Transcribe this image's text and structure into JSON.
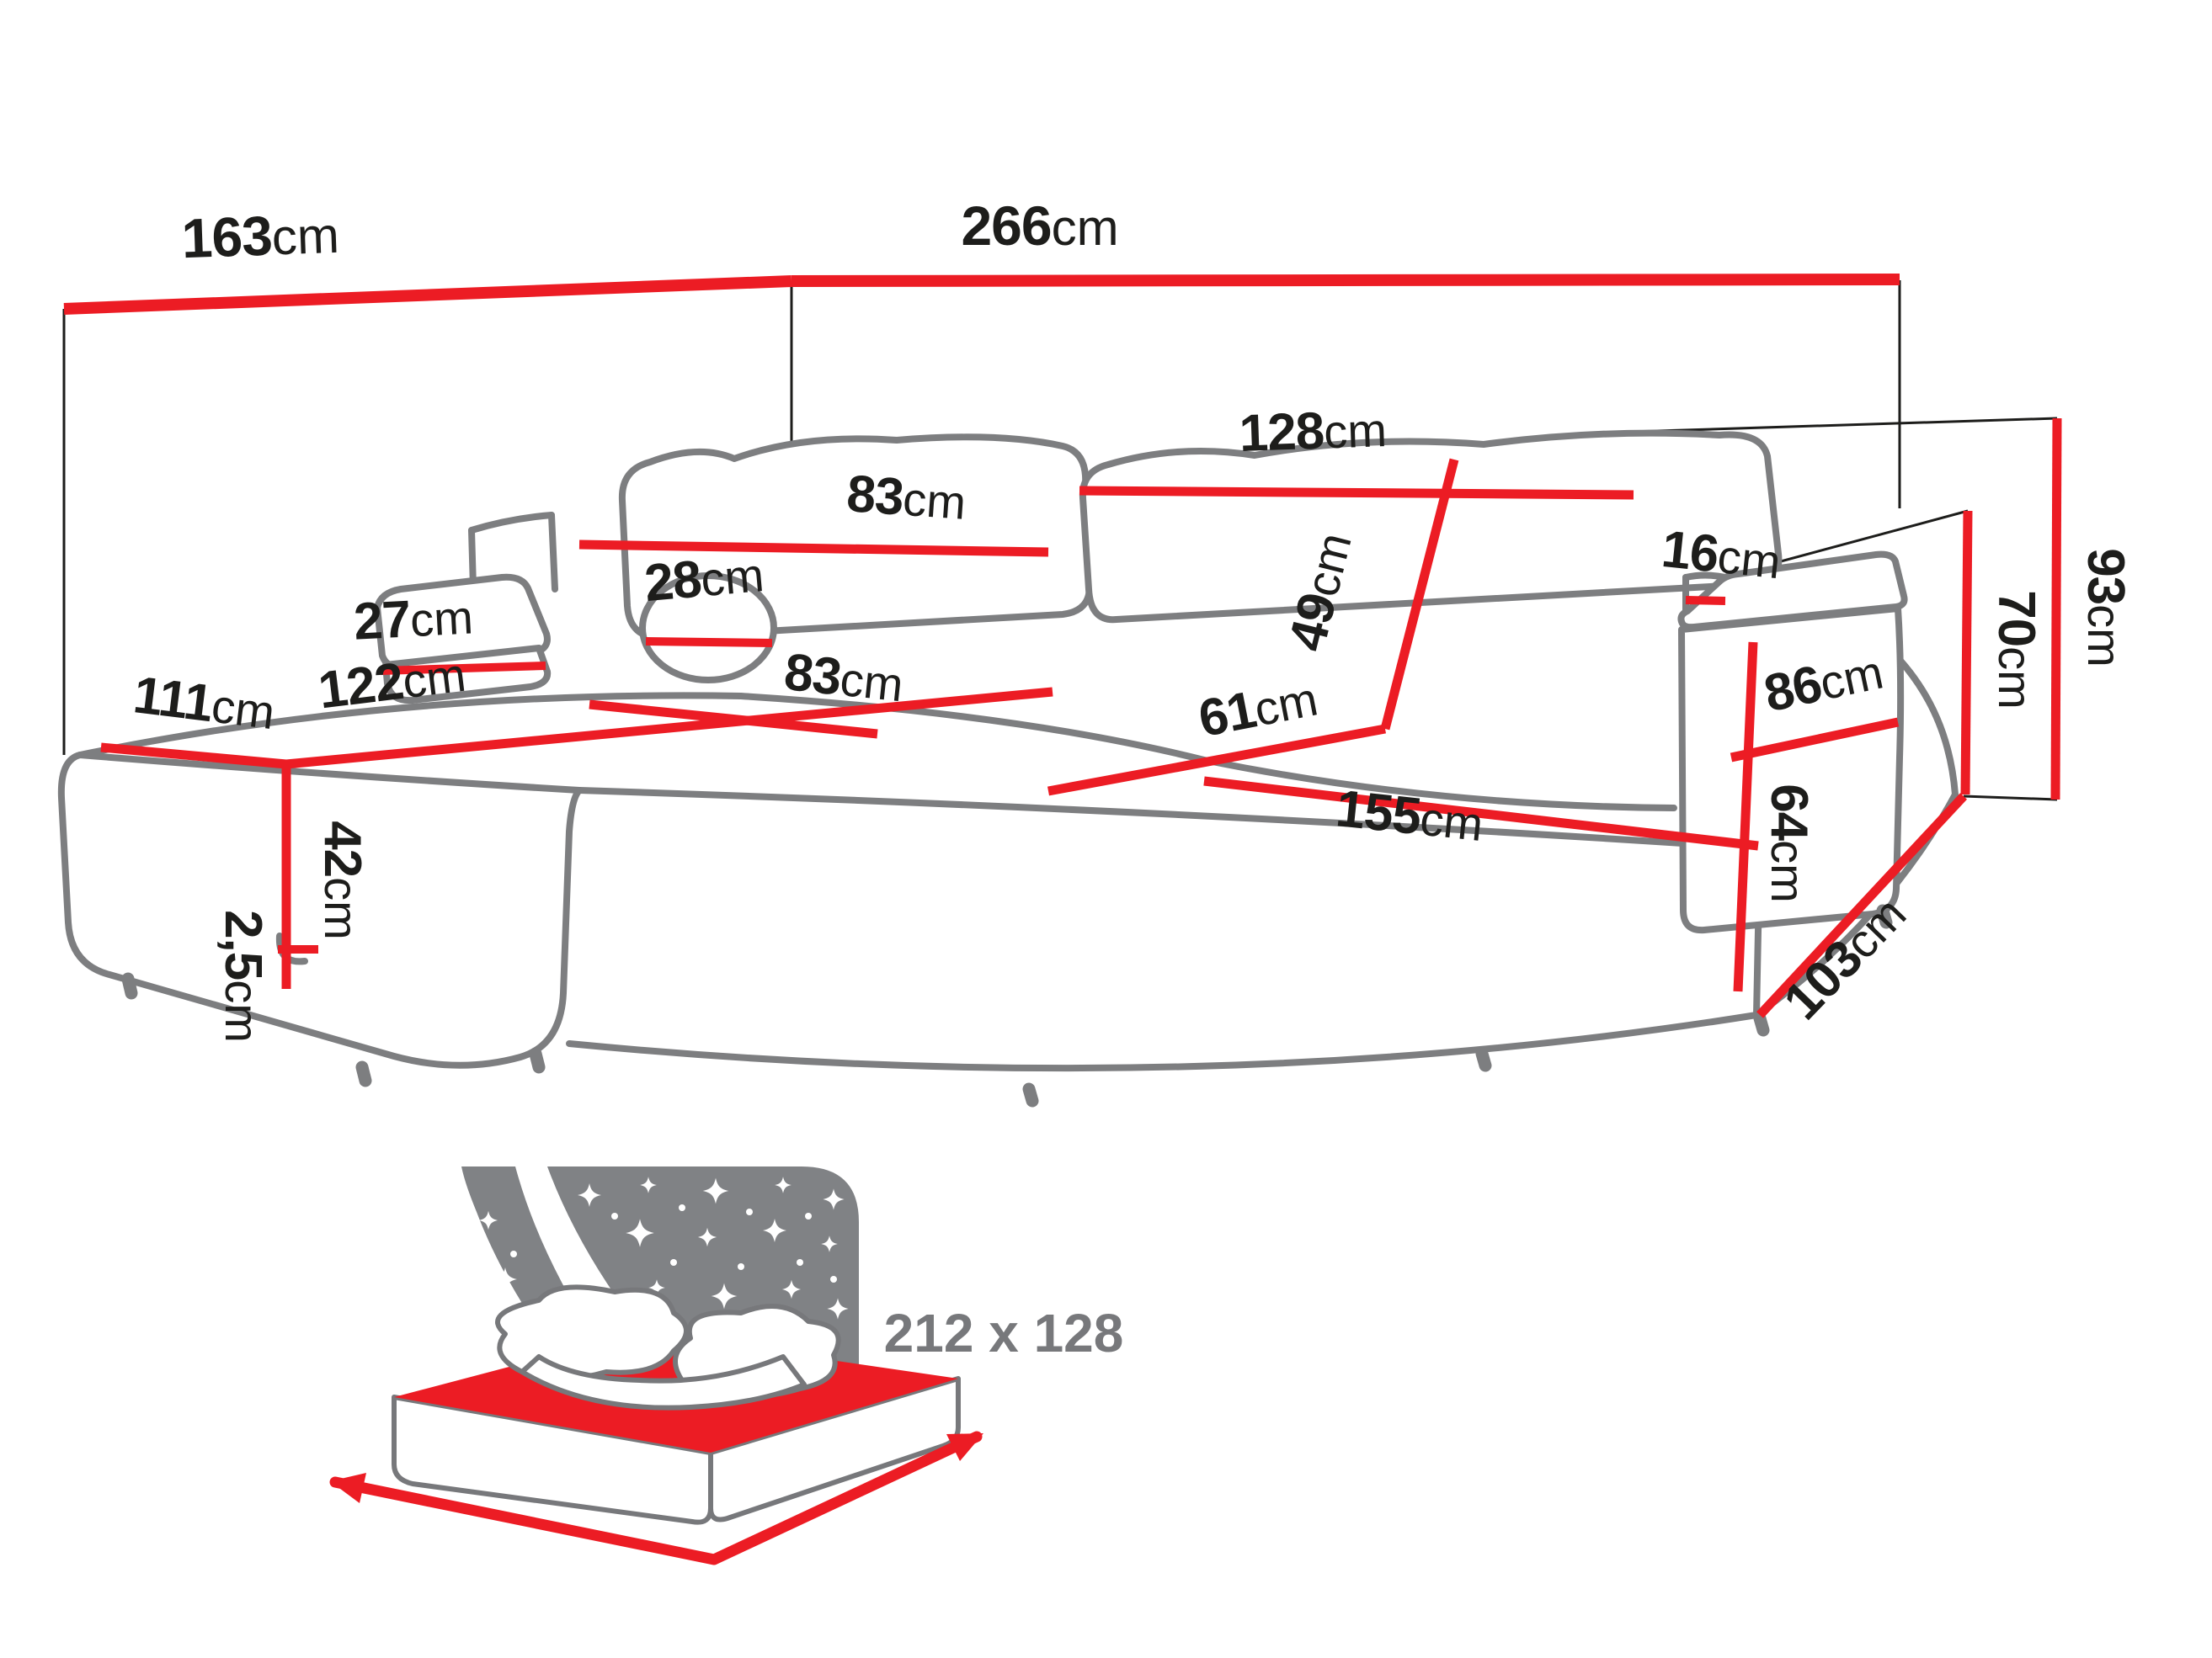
{
  "diagram": {
    "type": "corner-sofa dimension drawing",
    "unit": "cm"
  },
  "colors": {
    "dimension_red": "#ec1c24",
    "outline_gray": "#7d7e80",
    "text_black": "#1d1d1b",
    "icon_gray": "#808285",
    "icon_text_gray": "#77787b",
    "background": "#ffffff"
  },
  "dims": {
    "d163": {
      "value": "163",
      "unit": "cm"
    },
    "d266": {
      "value": "266",
      "unit": "cm"
    },
    "d83_back": {
      "value": "83",
      "unit": "cm"
    },
    "d128": {
      "value": "128",
      "unit": "cm"
    },
    "d49": {
      "value": "49",
      "unit": "cm"
    },
    "d27": {
      "value": "27",
      "unit": "cm"
    },
    "d28": {
      "value": "28",
      "unit": "cm"
    },
    "d111": {
      "value": "111",
      "unit": "cm"
    },
    "d122": {
      "value": "122",
      "unit": "cm"
    },
    "d83_seat": {
      "value": "83",
      "unit": "cm"
    },
    "d61": {
      "value": "61",
      "unit": "cm"
    },
    "d155": {
      "value": "155",
      "unit": "cm"
    },
    "d16": {
      "value": "16",
      "unit": "cm"
    },
    "d86": {
      "value": "86",
      "unit": "cm"
    },
    "d42": {
      "value": "42",
      "unit": "cm"
    },
    "d2_5": {
      "value": "2,5",
      "unit": "cm"
    },
    "d64": {
      "value": "64",
      "unit": "cm"
    },
    "d70": {
      "value": "70",
      "unit": "cm"
    },
    "d93": {
      "value": "93",
      "unit": "cm"
    },
    "d103": {
      "value": "103",
      "unit": "cm"
    }
  },
  "sleeping": {
    "label": "212 x 128"
  }
}
